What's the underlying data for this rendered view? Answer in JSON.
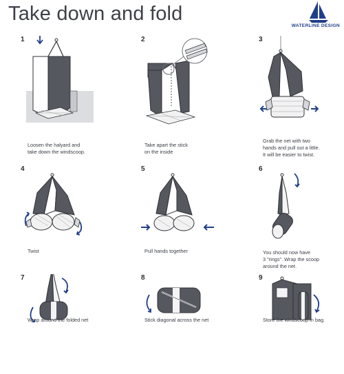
{
  "header": {
    "title": "Take down and fold",
    "brand": "WATERLINE DESIGN"
  },
  "steps": [
    {
      "number": "1",
      "caption": "Loosen the halyard and\ntake down the windscoop."
    },
    {
      "number": "2",
      "caption": "Take apart the stick\non the inside"
    },
    {
      "number": "3",
      "caption": "Grab the net with two\nhands and pull out a little.\nIt will be easier to twist."
    },
    {
      "number": "4",
      "caption": "Twist"
    },
    {
      "number": "5",
      "caption": "Pull hands together"
    },
    {
      "number": "6",
      "caption": "You should now have\n3 \"rings\". Wrap the scoop\naround the net."
    },
    {
      "number": "7",
      "caption": "Wrap around the folded net"
    },
    {
      "number": "8",
      "caption": "Stick diagonal across the net"
    },
    {
      "number": "9",
      "caption": "Store the windscoop in bag."
    }
  ],
  "colors": {
    "fabric_dark": "#55585f",
    "fabric_light": "#f4f4f4",
    "outline": "#2f3237",
    "arrow_blue": "#1f3f8a",
    "text": "#3a3d44"
  },
  "icons": [
    "sailboat-logo-icon",
    "down-arrow-icon",
    "rotate-arrow-icon",
    "push-arrow-icon",
    "zoom-circle-icon"
  ]
}
